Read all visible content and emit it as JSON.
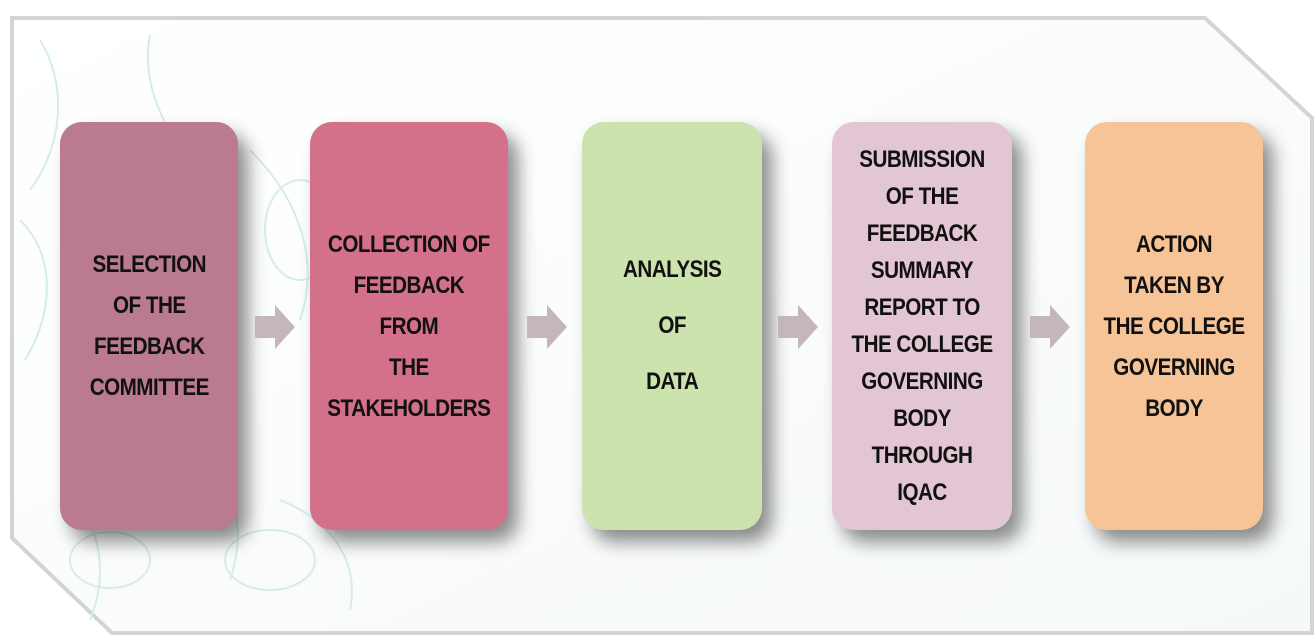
{
  "diagram": {
    "type": "process-flow",
    "steps": [
      {
        "label": "SELECTION\nOF THE\nFEEDBACK\nCOMMITTEE",
        "color": "#b97a92"
      },
      {
        "label": "COLLECTION OF\nFEEDBACK FROM\nTHE\nSTAKEHOLDERS",
        "color": "#d3708a"
      },
      {
        "label": "ANALYSIS\n\nOF\n\nDATA",
        "color": "#cde3ae"
      },
      {
        "label": "SUBMISSION\nOF THE\nFEEDBACK\nSUMMARY\nREPORT TO\nTHE COLLEGE\nGOVERNING\nBODY\nTHROUGH\nIQAC",
        "color": "#e2c6d4"
      },
      {
        "label": "ACTION\nTAKEN BY\nTHE COLLEGE\nGOVERNING\nBODY",
        "color": "#f6c497"
      }
    ],
    "arrow_color": "#c5b6ba",
    "frame_border_color": "#d9d9d9"
  }
}
